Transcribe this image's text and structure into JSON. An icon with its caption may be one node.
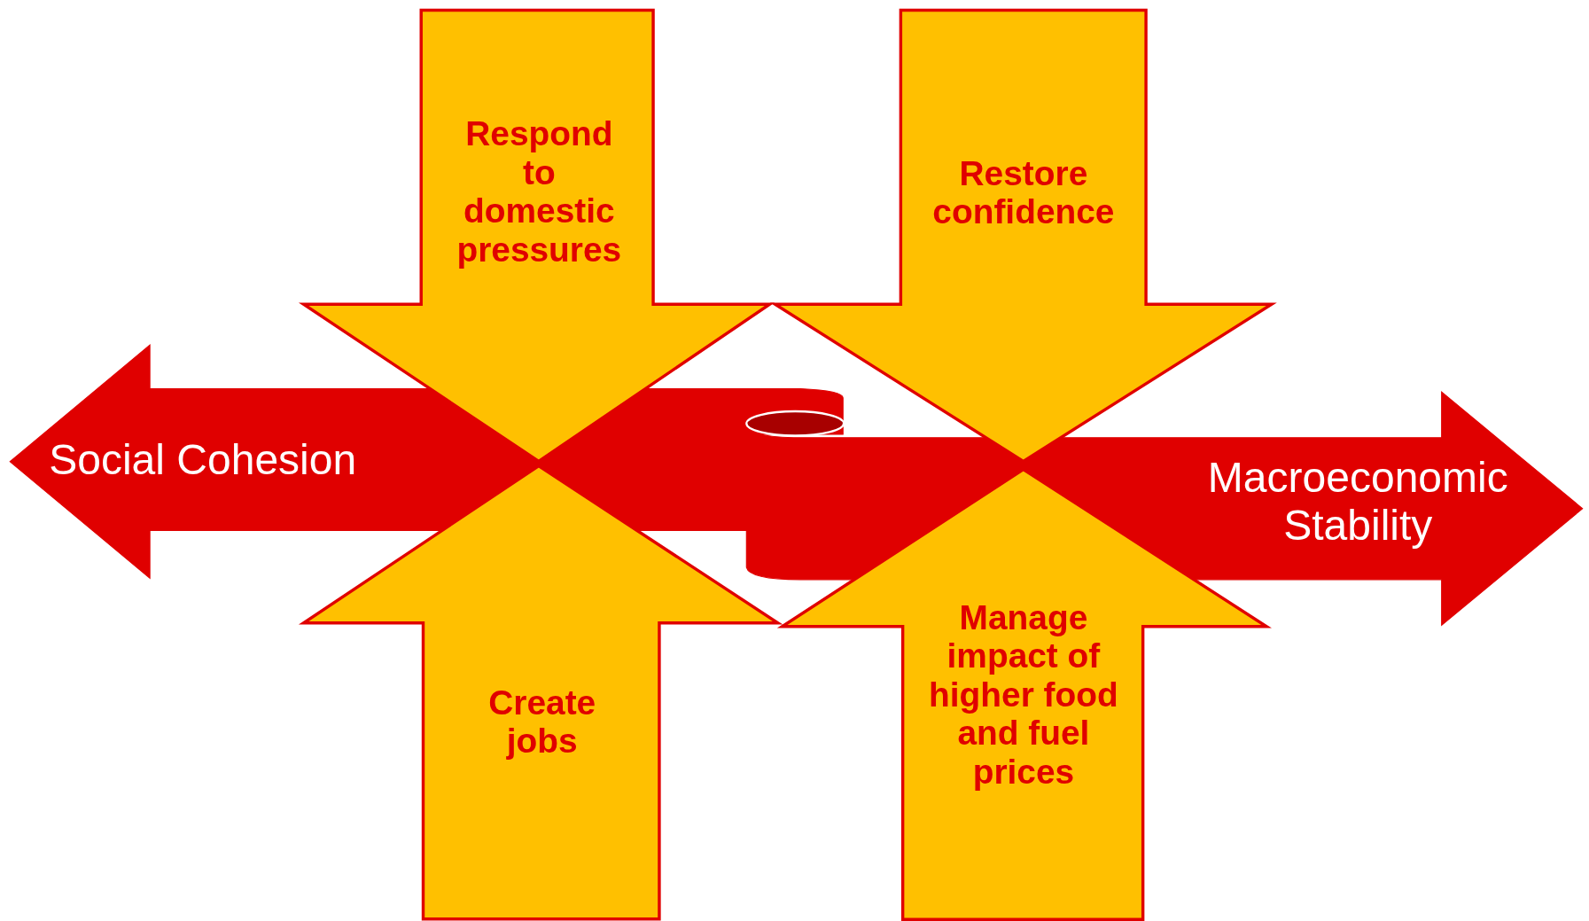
{
  "diagram": {
    "nodes": [
      {
        "text": [
          "Respond to domestic pressures"
        ]
      },
      {
        "text": [
          "Restore confidence"
        ]
      },
      {
        "text": [
          "Social Cohesion"
        ]
      },
      {
        "text": [
          "Macroeconomic Stability"
        ]
      },
      {
        "text": [
          "Create jobs"
        ]
      },
      {
        "text": [
          "Manage impact of higher food and fuel prices"
        ]
      }
    ]
  }
}
